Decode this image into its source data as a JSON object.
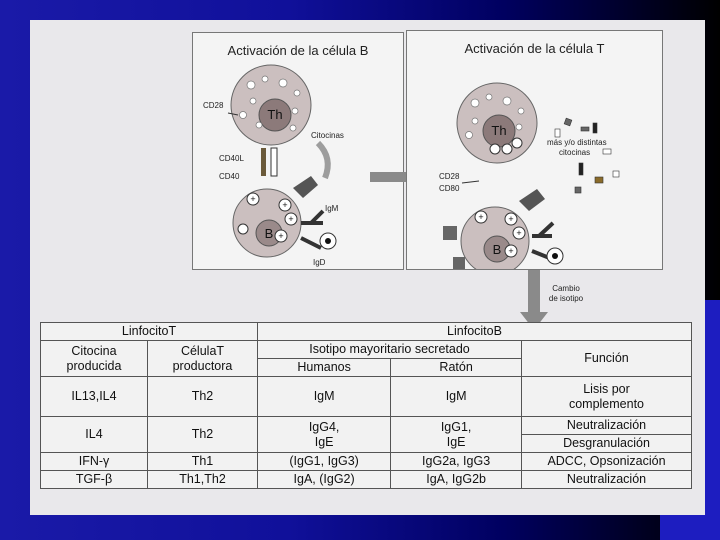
{
  "panel_b": {
    "title": "Activación de la célula B",
    "labels": {
      "cd28": "CD28",
      "th": "Th",
      "citocinas": "Citocinas",
      "cd40l": "CD40L",
      "cd40": "CD40",
      "b": "B",
      "igm": "IgM",
      "igd": "IgD"
    }
  },
  "panel_t": {
    "title": "Activación de la célula T",
    "labels": {
      "th": "Th",
      "cd28": "CD28",
      "cd80": "CD80",
      "b": "B",
      "citocinas": "más y/o distintas\ncitocinas"
    }
  },
  "switch_label": "Cambio\nde isotipo",
  "table": {
    "group_headers": {
      "linfocito_t": "LinfocitoT",
      "linfocito_b": "LinfocitoB"
    },
    "col_headers": {
      "citocina": "Citocina\nproducida",
      "celula": "CélulaT\nproductora",
      "isotipo": "Isotipo mayoritario secretado",
      "funcion": "Función",
      "humanos": "Humanos",
      "raton": "Ratón"
    },
    "rows": [
      {
        "citocina": "IL13,IL4",
        "celula": "Th2",
        "humanos": "IgM",
        "raton": "IgM",
        "funcion": [
          "Lisis por\ncomplemento"
        ]
      },
      {
        "citocina": "IL4",
        "celula": "Th2",
        "humanos": "IgG4,\nIgE",
        "raton": "IgG1,\nIgE",
        "funcion": [
          "Neutralización",
          "Desgranulación"
        ]
      },
      {
        "citocina": "IFN-γ",
        "celula": "Th1",
        "humanos": "(IgG1, IgG3)",
        "raton": "IgG2a, IgG3",
        "funcion": [
          "ADCC, Opsonización"
        ]
      },
      {
        "citocina": "TGF-β",
        "celula": "Th1,Th2",
        "humanos": "IgA, (IgG2)",
        "raton": "IgA, IgG2b",
        "funcion": [
          "Neutralización"
        ]
      }
    ]
  }
}
